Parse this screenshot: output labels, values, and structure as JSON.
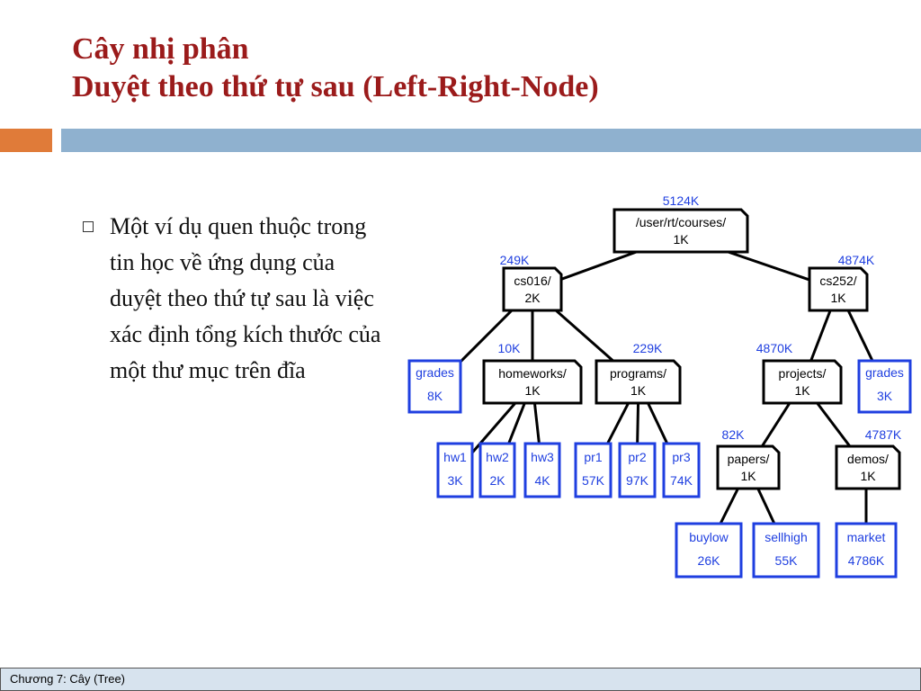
{
  "slide": {
    "title_line1": "Cây nhị phân",
    "title_line2": "Duyệt theo thứ tự sau (Left-Right-Node)",
    "bullet": "Một ví dụ quen thuộc trong tin học về ứng dụng của duyệt theo thứ tự sau là việc xác định tổng kích thước của một thư mục trên đĩa",
    "footer": "Chương 7: Cây (Tree)"
  },
  "tree": {
    "root": {
      "name": "/user/rt/courses/",
      "size": "1K",
      "total": "5124K"
    },
    "cs016": {
      "name": "cs016/",
      "size": "2K",
      "total": "249K"
    },
    "cs252": {
      "name": "cs252/",
      "size": "1K",
      "total": "4874K"
    },
    "grades1": {
      "name": "grades",
      "size": "8K"
    },
    "homeworks": {
      "name": "homeworks/",
      "size": "1K",
      "total": "10K"
    },
    "programs": {
      "name": "programs/",
      "size": "1K",
      "total": "229K"
    },
    "projects": {
      "name": "projects/",
      "size": "1K",
      "total": "4870K"
    },
    "grades2": {
      "name": "grades",
      "size": "3K"
    },
    "hw1": {
      "name": "hw1",
      "size": "3K"
    },
    "hw2": {
      "name": "hw2",
      "size": "2K"
    },
    "hw3": {
      "name": "hw3",
      "size": "4K"
    },
    "pr1": {
      "name": "pr1",
      "size": "57K"
    },
    "pr2": {
      "name": "pr2",
      "size": "97K"
    },
    "pr3": {
      "name": "pr3",
      "size": "74K"
    },
    "papers": {
      "name": "papers/",
      "size": "1K",
      "total": "82K"
    },
    "demos": {
      "name": "demos/",
      "size": "1K",
      "total": "4787K"
    },
    "buylow": {
      "name": "buylow",
      "size": "26K"
    },
    "sellhigh": {
      "name": "sellhigh",
      "size": "55K"
    },
    "market": {
      "name": "market",
      "size": "4786K"
    }
  },
  "colors": {
    "title": "#9b1b1b",
    "file_border": "#1f3fe0",
    "total_label": "#1f3fe0",
    "folder_border": "#000000"
  }
}
